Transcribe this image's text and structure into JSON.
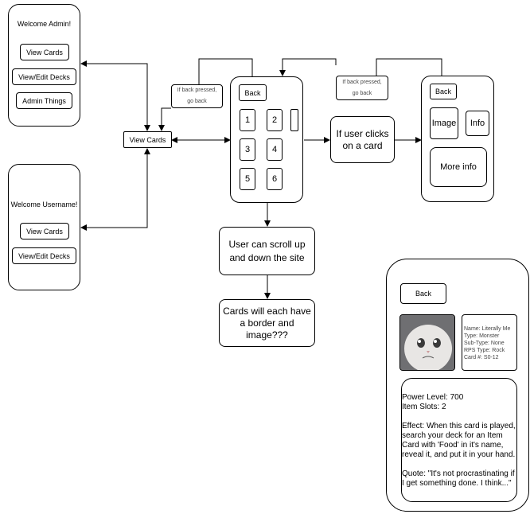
{
  "admin_screen": {
    "welcome": "Welcome Admin!",
    "buttons": [
      "View Cards",
      "View/Edit Decks",
      "Admin Things"
    ]
  },
  "user_screen": {
    "welcome": "Welcome Username!",
    "buttons": [
      "View Cards",
      "View/Edit Decks"
    ]
  },
  "view_cards_node": "View Cards",
  "back_note_left": "If back pressed,\ngo back",
  "back_note_right": "If back pressed,\ngo back",
  "grid_screen": {
    "back": "Back",
    "cells": [
      "1",
      "2",
      "3",
      "4",
      "5",
      "6"
    ]
  },
  "click_node": "If user clicks\non a card",
  "scroll_node": "User can scroll up\nand down the site",
  "border_node": "Cards will each have\na border and\nimage???",
  "card_screen": {
    "back": "Back",
    "image": "Image",
    "info": "Info",
    "more": "More info"
  },
  "detail_screen": {
    "back": "Back",
    "info_lines": [
      "Name: Literally Me",
      "Type: Monster",
      "Sub-Type: None",
      "RPS Type: Rock",
      "Card #: S0-12"
    ],
    "power": "Power Level: 700",
    "slots": "Item Slots: 2",
    "effect": "Effect: When this card is played, search your deck for an Item Card with 'Food' in it's name, reveal it, and put it in your hand.",
    "quote": "Quote: \"It's not procrastinating if I get something done. I think...\""
  }
}
